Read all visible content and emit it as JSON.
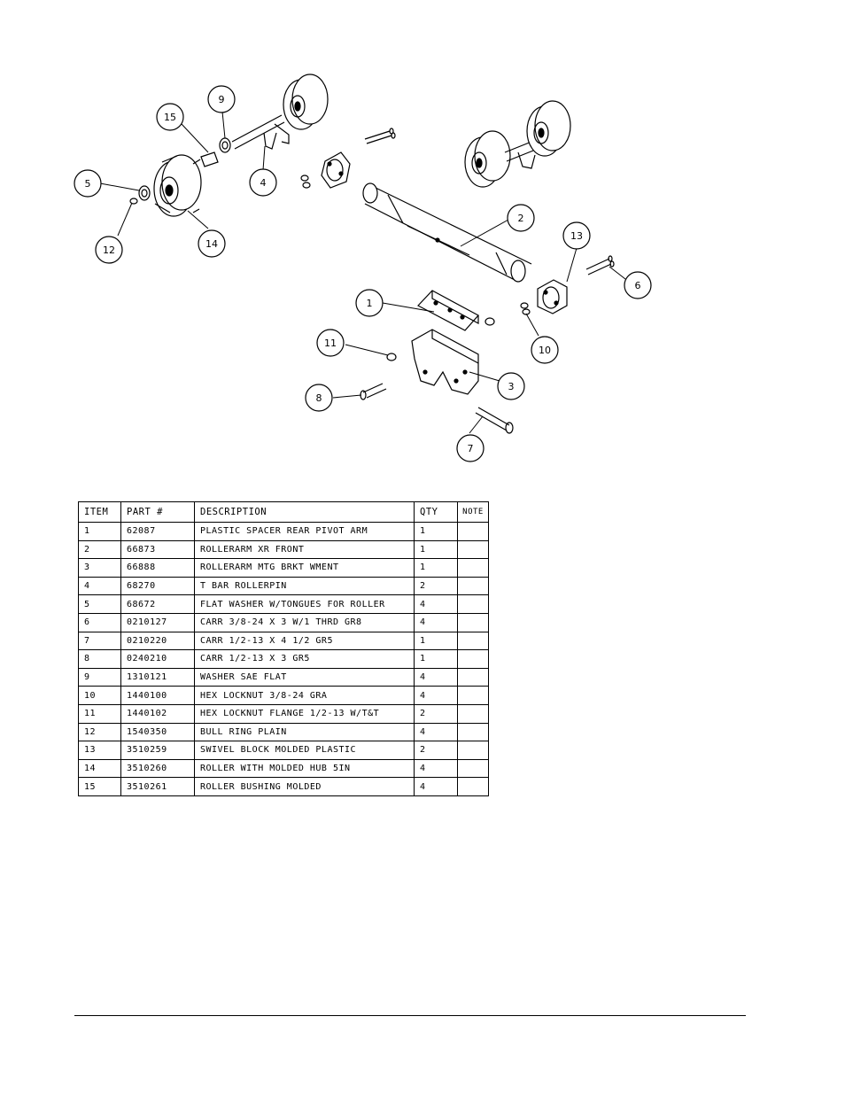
{
  "callouts": [
    "15",
    "9",
    "5",
    "4",
    "12",
    "14",
    "2",
    "13",
    "6",
    "1",
    "11",
    "10",
    "3",
    "8",
    "7"
  ],
  "table": {
    "headers": {
      "item": "ITEM",
      "part": "PART #",
      "description": "DESCRIPTION",
      "qty": "QTY",
      "note": "NOTE"
    },
    "rows": [
      {
        "item": "1",
        "part": "62087",
        "description": "PLASTIC SPACER REAR PIVOT ARM",
        "qty": "1",
        "note": ""
      },
      {
        "item": "2",
        "part": "66873",
        "description": "ROLLERARM XR FRONT",
        "qty": "1",
        "note": ""
      },
      {
        "item": "3",
        "part": "66888",
        "description": "ROLLERARM MTG BRKT WMENT",
        "qty": "1",
        "note": ""
      },
      {
        "item": "4",
        "part": "68270",
        "description": "T BAR ROLLERPIN",
        "qty": "2",
        "note": ""
      },
      {
        "item": "5",
        "part": "68672",
        "description": "FLAT WASHER W/TONGUES FOR ROLLER",
        "qty": "4",
        "note": ""
      },
      {
        "item": "6",
        "part": "0210127",
        "description": "CARR 3/8-24 X 3 W/1 THRD GR8",
        "qty": "4",
        "note": ""
      },
      {
        "item": "7",
        "part": "0210220",
        "description": "CARR 1/2-13 X 4 1/2 GR5",
        "qty": "1",
        "note": ""
      },
      {
        "item": "8",
        "part": "0240210",
        "description": "CARR 1/2-13 X 3 GR5",
        "qty": "1",
        "note": ""
      },
      {
        "item": "9",
        "part": "1310121",
        "description": "WASHER SAE FLAT",
        "qty": "4",
        "note": ""
      },
      {
        "item": "10",
        "part": "1440100",
        "description": "HEX LOCKNUT 3/8-24 GRA",
        "qty": "4",
        "note": ""
      },
      {
        "item": "11",
        "part": "1440102",
        "description": "HEX LOCKNUT FLANGE 1/2-13 W/T&T",
        "qty": "2",
        "note": ""
      },
      {
        "item": "12",
        "part": "1540350",
        "description": "BULL RING PLAIN",
        "qty": "4",
        "note": ""
      },
      {
        "item": "13",
        "part": "3510259",
        "description": "SWIVEL BLOCK MOLDED PLASTIC",
        "qty": "2",
        "note": ""
      },
      {
        "item": "14",
        "part": "3510260",
        "description": "ROLLER WITH MOLDED HUB  5IN",
        "qty": "4",
        "note": ""
      },
      {
        "item": "15",
        "part": "3510261",
        "description": "ROLLER BUSHING MOLDED",
        "qty": "4",
        "note": ""
      }
    ]
  }
}
